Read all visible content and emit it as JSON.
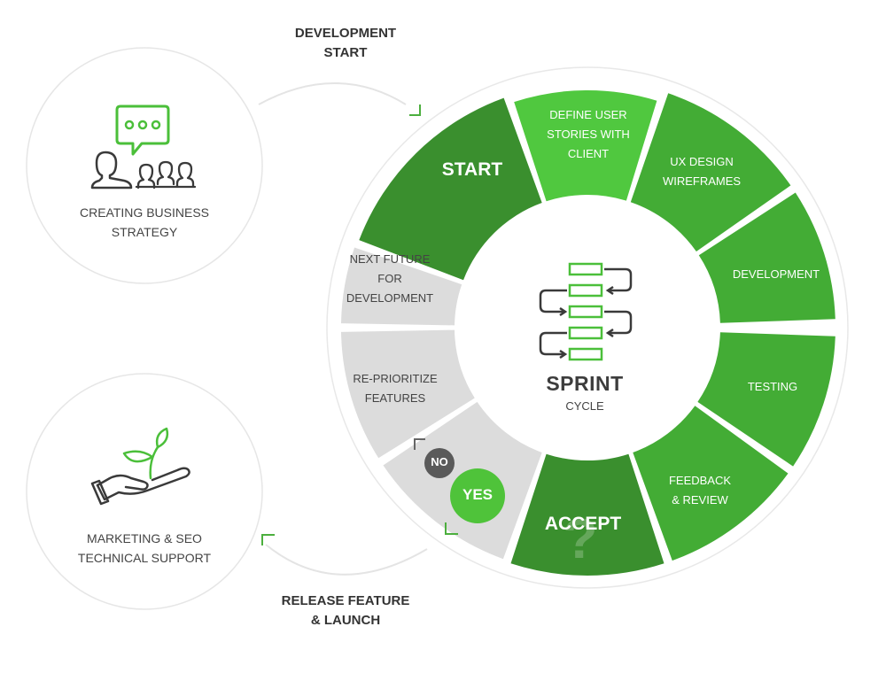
{
  "flow": {
    "dev_start": [
      "DEVELOPMENT",
      "START"
    ],
    "release": [
      "RELEASE FEATURE",
      "& LAUNCH"
    ]
  },
  "left_circles": {
    "top": {
      "caption": [
        "CREATING BUSINESS",
        "STRATEGY"
      ],
      "icon": "presentation-chat-icon"
    },
    "bottom": {
      "caption": [
        "MARKETING & SEO",
        "TECHNICAL SUPPORT"
      ],
      "icon": "plant-in-hand-icon"
    }
  },
  "cycle": {
    "segments": {
      "start": [
        "START"
      ],
      "define": [
        "DEFINE USER",
        "STORIES  WITH",
        "CLIENT"
      ],
      "ux": [
        "UX DESIGN",
        "WIREFRAMES"
      ],
      "development": [
        "DEVELOPMENT"
      ],
      "testing": [
        "TESTING"
      ],
      "feedback": [
        "FEEDBACK",
        "& REVIEW"
      ],
      "accept": [
        "ACCEPT"
      ],
      "reprioritize": [
        "RE-PRIORITIZE",
        "FEATURES"
      ],
      "next": [
        "NEXT FUTURE",
        "FOR",
        "DEVELOPMENT"
      ]
    },
    "decision": {
      "no": "NO",
      "yes": "YES",
      "mark": "?"
    },
    "center": {
      "title": "SPRINT",
      "subtitle": "CYCLE",
      "icon": "sprint-loop-icon"
    }
  },
  "colors": {
    "green_dark": "#3a8f2e",
    "green": "#43ac35",
    "green_light": "#50c83f",
    "gray_segment": "#dcdcdc",
    "gray_badge": "#5a5a5a",
    "yes_badge": "#4fc33a",
    "text_dark": "#333333"
  }
}
